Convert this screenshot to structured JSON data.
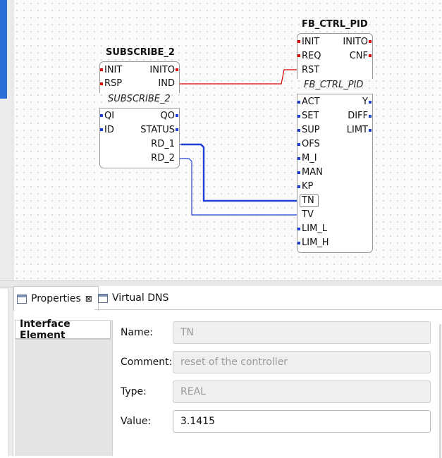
{
  "diagram": {
    "subscribe": {
      "title": "SUBSCRIBE_2",
      "instance": "SUBSCRIBE_2",
      "ev_in": [
        "INIT",
        "RSP"
      ],
      "ev_out": [
        "INITO",
        "IND"
      ],
      "data_in": [
        "QI",
        "ID"
      ],
      "data_out": [
        "QO",
        "STATUS",
        "RD_1",
        "RD_2"
      ]
    },
    "pid": {
      "title": "FB_CTRL_PID",
      "instance": "FB_CTRL_PID",
      "ev_in": [
        "INIT",
        "REQ",
        "RST"
      ],
      "ev_out": [
        "INITO",
        "CNF"
      ],
      "data_in": [
        "ACT",
        "SET",
        "SUP",
        "OFS",
        "M_I",
        "MAN",
        "KP",
        "TN",
        "TV",
        "LIM_L",
        "LIM_H"
      ],
      "data_out": [
        "Y",
        "DIFF",
        "LIMT"
      ]
    },
    "colors": {
      "event": "#e00000",
      "data": "#1d3fd6"
    }
  },
  "panel": {
    "tabs": [
      {
        "label": "Properties",
        "icon": "properties-icon",
        "close": "⊠"
      },
      {
        "label": "Virtual DNS",
        "icon": "virtual-dns-icon"
      }
    ],
    "side_tab": "Interface Element",
    "fields": {
      "name": {
        "label": "Name:",
        "value": "TN"
      },
      "comment": {
        "label": "Comment:",
        "value": "reset of the controller"
      },
      "type": {
        "label": "Type:",
        "value": "REAL"
      },
      "value": {
        "label": "Value:",
        "value": "3.1415"
      }
    }
  }
}
